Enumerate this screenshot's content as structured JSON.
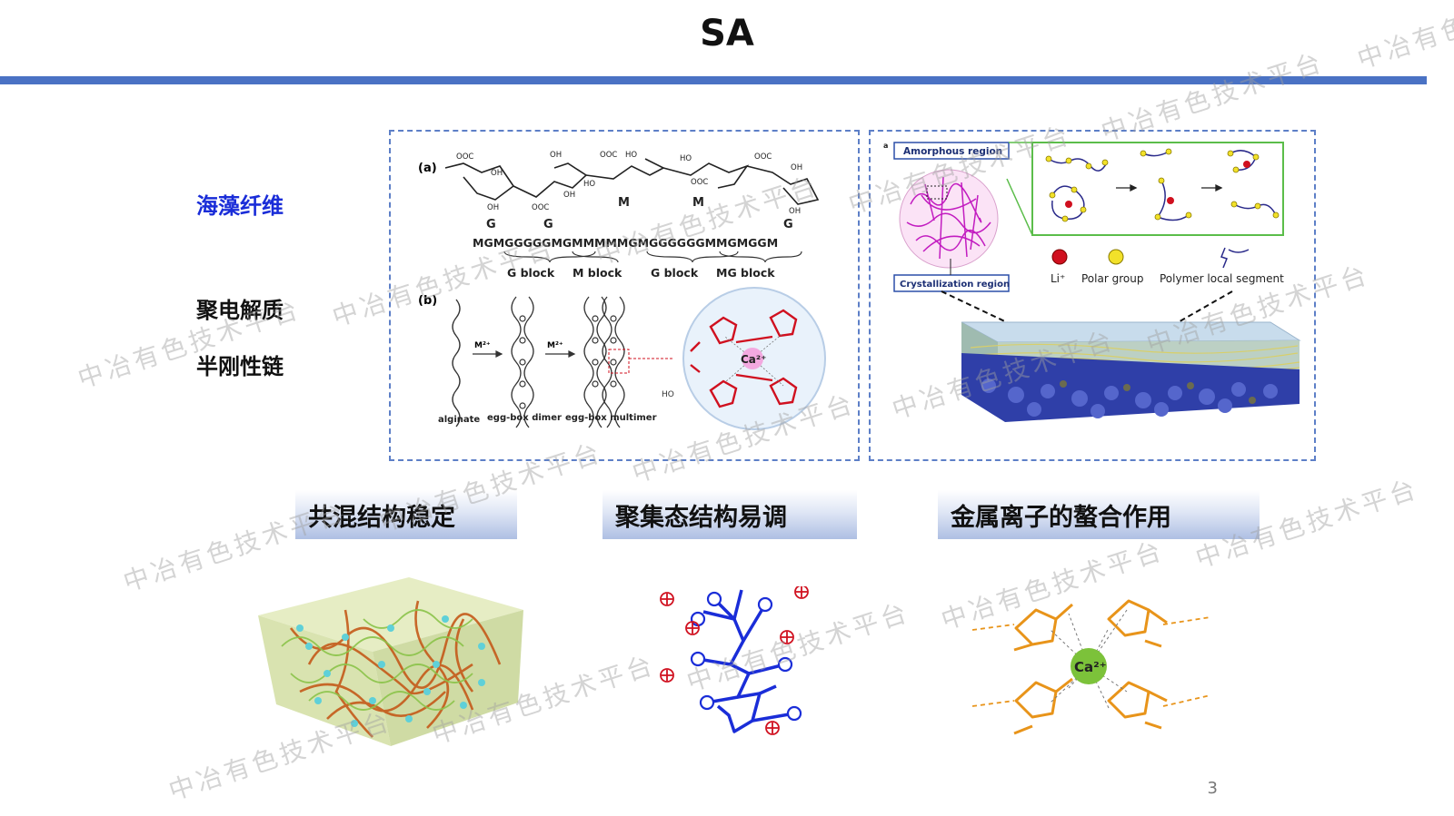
{
  "slide": {
    "title": "SA",
    "page_number": "3"
  },
  "left_labels": [
    "海藻纤维",
    "聚电解质",
    "半刚性链"
  ],
  "fig_a": {
    "panel_a": "(a)",
    "panel_b": "(b)",
    "sequence": "MGMGGGGGMGMMMMMGMGGGGGGMMGMGGM",
    "residues": [
      "G",
      "G",
      "M",
      "M",
      "G"
    ],
    "blocks": [
      "G block",
      "M block",
      "G block",
      "MG block"
    ],
    "ion_label": "M²⁺",
    "stages": [
      "alginate",
      "egg-box dimer",
      "egg-box multimer"
    ],
    "ca_label": "Ca²⁺",
    "ho_label": "HO"
  },
  "fig_b": {
    "amorphous": "Amorphous region",
    "crystallization": "Crystallization region",
    "legend": [
      "Li⁺",
      "Polar group",
      "Polymer local segment"
    ]
  },
  "banners": [
    "共混结构稳定",
    "聚集态结构易调",
    "金属离子的螯合作用"
  ],
  "chelation": {
    "ca_label": "Ca²⁺"
  },
  "watermark_text": "中冶有色技术平台",
  "colors": {
    "accent_bar": "#4a72c4",
    "label_blue": "#1a2dd8",
    "chain_red": "#d0101f",
    "chain_blue": "#1a2dd8",
    "chain_orange": "#e8941a",
    "calcium_green": "#7cc23a"
  }
}
